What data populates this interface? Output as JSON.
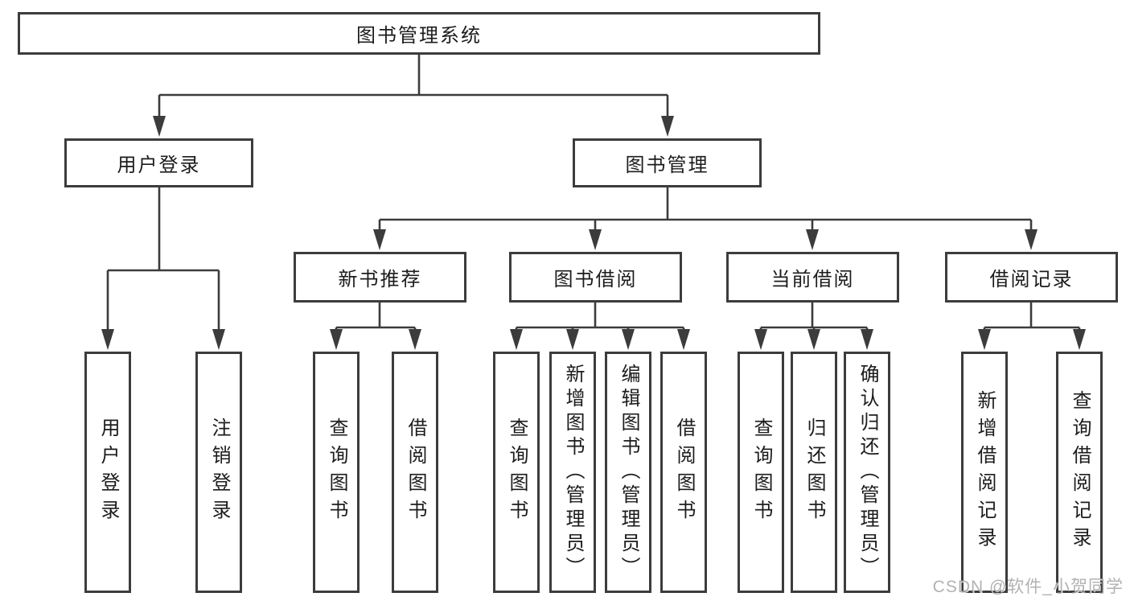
{
  "root": {
    "label": "图书管理系统"
  },
  "level2": [
    {
      "label": "用户登录"
    },
    {
      "label": "图书管理"
    }
  ],
  "level3": [
    {
      "label": "新书推荐"
    },
    {
      "label": "图书借阅"
    },
    {
      "label": "当前借阅"
    },
    {
      "label": "借阅记录"
    }
  ],
  "leaves": [
    {
      "label": "用户登录"
    },
    {
      "label": "注销登录"
    },
    {
      "label": "查询图书"
    },
    {
      "label": "借阅图书"
    },
    {
      "label": "查询图书"
    },
    {
      "label": "新增图书（管理员）"
    },
    {
      "label": "编辑图书（管理员）"
    },
    {
      "label": "借阅图书"
    },
    {
      "label": "查询图书"
    },
    {
      "label": "归还图书"
    },
    {
      "label": "确认归还（管理员）"
    },
    {
      "label": "新增借阅记录"
    },
    {
      "label": "查询借阅记录"
    }
  ],
  "watermark": {
    "text": "CSDN @软件_小贺同学"
  },
  "colors": {
    "line": "#3c3c3c",
    "text": "#1c1c1c",
    "background": "#ffffff",
    "watermark": "#a4a4a4"
  }
}
